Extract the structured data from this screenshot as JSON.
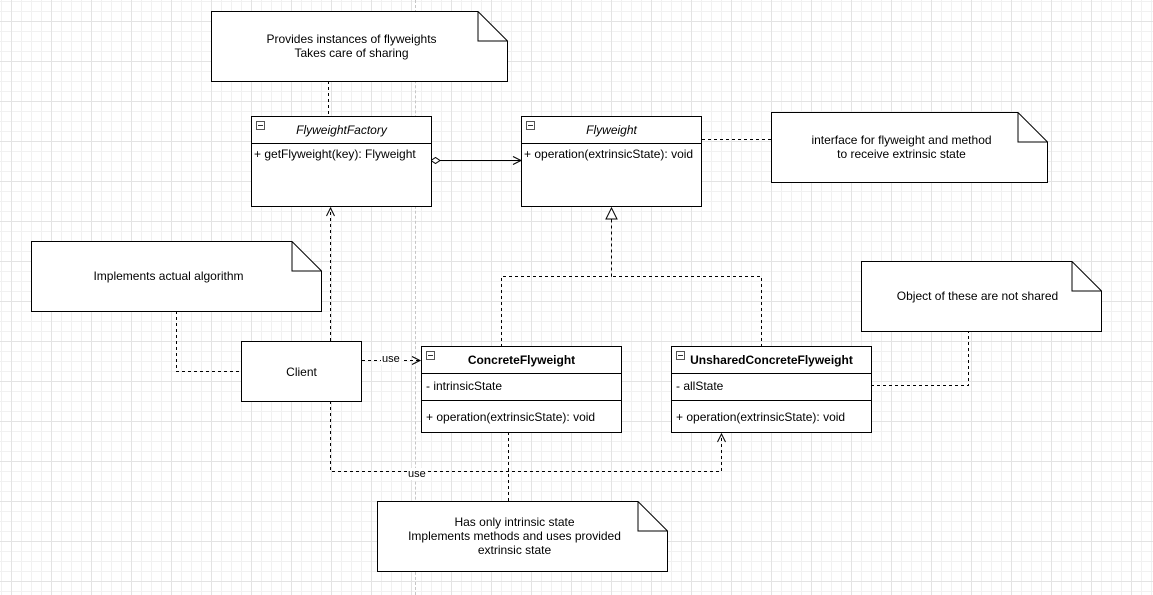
{
  "notes": {
    "factory": {
      "lines": [
        "Provides instances of flyweights",
        "Takes care of sharing"
      ]
    },
    "flyweight": {
      "lines": [
        "interface for flyweight and method",
        "to receive extrinsic state"
      ]
    },
    "client": {
      "lines": [
        "Implements actual algorithm"
      ]
    },
    "unshared": {
      "lines": [
        "Object of these are not shared"
      ]
    },
    "concrete": {
      "lines": [
        "Has only intrinsic state",
        "Implements methods and uses provided",
        "extrinsic state"
      ]
    }
  },
  "classes": {
    "factory": {
      "name": "FlyweightFactory",
      "methods": [
        "+ getFlyweight(key): Flyweight"
      ]
    },
    "flyweight": {
      "name": "Flyweight",
      "methods": [
        "+ operation(extrinsicState): void"
      ]
    },
    "concrete": {
      "name": "ConcreteFlyweight",
      "attributes": [
        "- intrinsicState"
      ],
      "methods": [
        "+ operation(extrinsicState): void"
      ]
    },
    "unshared": {
      "name": "UnsharedConcreteFlyweight",
      "attributes": [
        "- allState"
      ],
      "methods": [
        "+ operation(extrinsicState): void"
      ]
    }
  },
  "client": {
    "name": "Client"
  },
  "edges": {
    "use_concrete": "use",
    "use_unshared": "use"
  }
}
